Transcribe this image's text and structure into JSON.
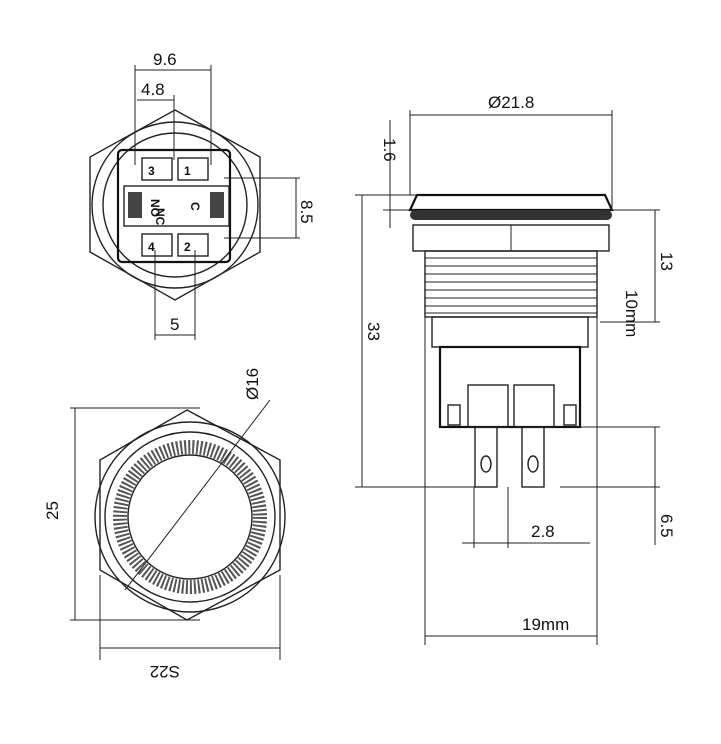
{
  "views": {
    "back": {
      "dim_top_outer": "9.6",
      "dim_top_inner": "4.8",
      "dim_right": "8.5",
      "dim_bottom": "5",
      "pins": [
        "1",
        "2",
        "3",
        "4"
      ],
      "labels": [
        "NO",
        "NC",
        "C"
      ]
    },
    "front": {
      "dim_diameter": "Ø16",
      "dim_height": "25",
      "dim_width": "S22"
    },
    "side": {
      "dim_head_diameter": "Ø21.8",
      "dim_head_thickness": "1.6",
      "dim_total_length": "33",
      "dim_thread_length": "13",
      "dim_thread_note": "10mm",
      "dim_pin_pitch": "2.8",
      "dim_pin_length": "6.5",
      "dim_body_width": "19mm"
    }
  }
}
